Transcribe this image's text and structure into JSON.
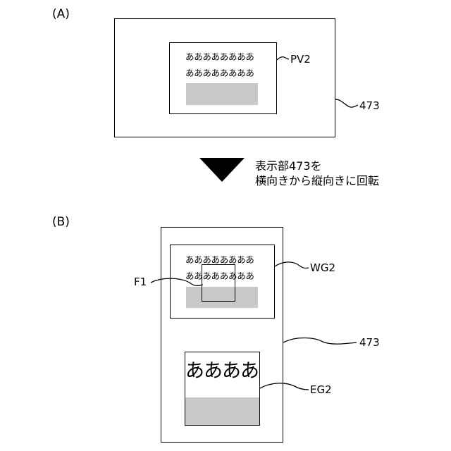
{
  "panel_a": {
    "label": "(A)",
    "text_line_1": "ああああああああ",
    "text_line_2": "ああああああああ",
    "ref_preview": "PV2",
    "ref_display": "473"
  },
  "transition": {
    "caption_line_1": "表示部473を",
    "caption_line_2": "横向きから縦向きに回転"
  },
  "panel_b": {
    "label": "(B)",
    "text_line_1": "ああああああああ",
    "text_line_2": "ああああああああ",
    "ref_frame": "F1",
    "ref_window": "WG2",
    "ref_display": "473",
    "enlarged_text": "ああああ",
    "ref_enlarged": "EG2"
  },
  "colors": {
    "line": "#000000",
    "gray_fill": "#c8c8c8",
    "background": "#ffffff"
  }
}
